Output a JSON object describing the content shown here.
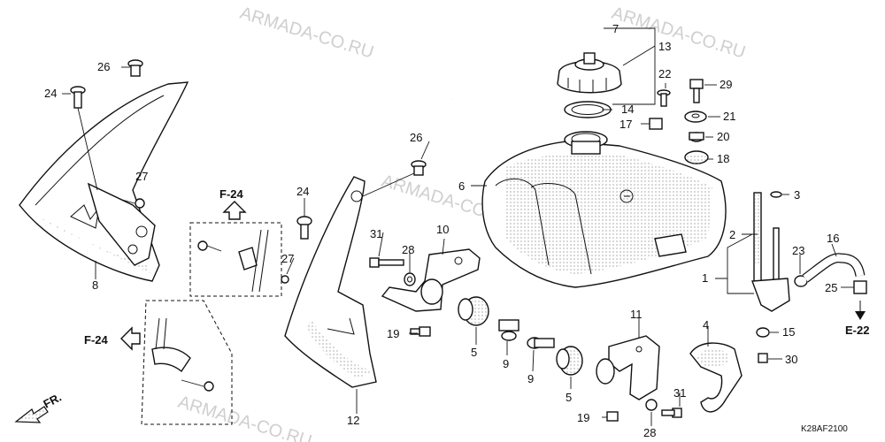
{
  "watermarks": [
    "ARMADA-CO.RU",
    "ARMADA-CO.RU",
    "ARMADA-CO.RU",
    "ARMADA-CO.RU"
  ],
  "diagram_code": "K28AF2100",
  "section_refs": {
    "f24_top": "F-24",
    "f24_left": "F-24",
    "e22": "E-22",
    "fr": "FR."
  },
  "callouts": {
    "c1": "1",
    "c2": "2",
    "c3": "3",
    "c4": "4",
    "c5a": "5",
    "c5b": "5",
    "c6": "6",
    "c7": "7",
    "c8": "8",
    "c9a": "9",
    "c9b": "9",
    "c10": "10",
    "c11": "11",
    "c12": "12",
    "c13": "13",
    "c14": "14",
    "c15": "15",
    "c16": "16",
    "c17": "17",
    "c18": "18",
    "c19a": "19",
    "c19b": "19",
    "c20": "20",
    "c21": "21",
    "c22": "22",
    "c23": "23",
    "c24a": "24",
    "c24b": "24",
    "c25": "25",
    "c26a": "26",
    "c26b": "26",
    "c27a": "27",
    "c27b": "27",
    "c28a": "28",
    "c28b": "28",
    "c29": "29",
    "c30": "30",
    "c31a": "31",
    "c31b": "31"
  },
  "icons": {
    "arrow": "outline-arrow-icon",
    "front": "front-direction-arrow-icon"
  }
}
